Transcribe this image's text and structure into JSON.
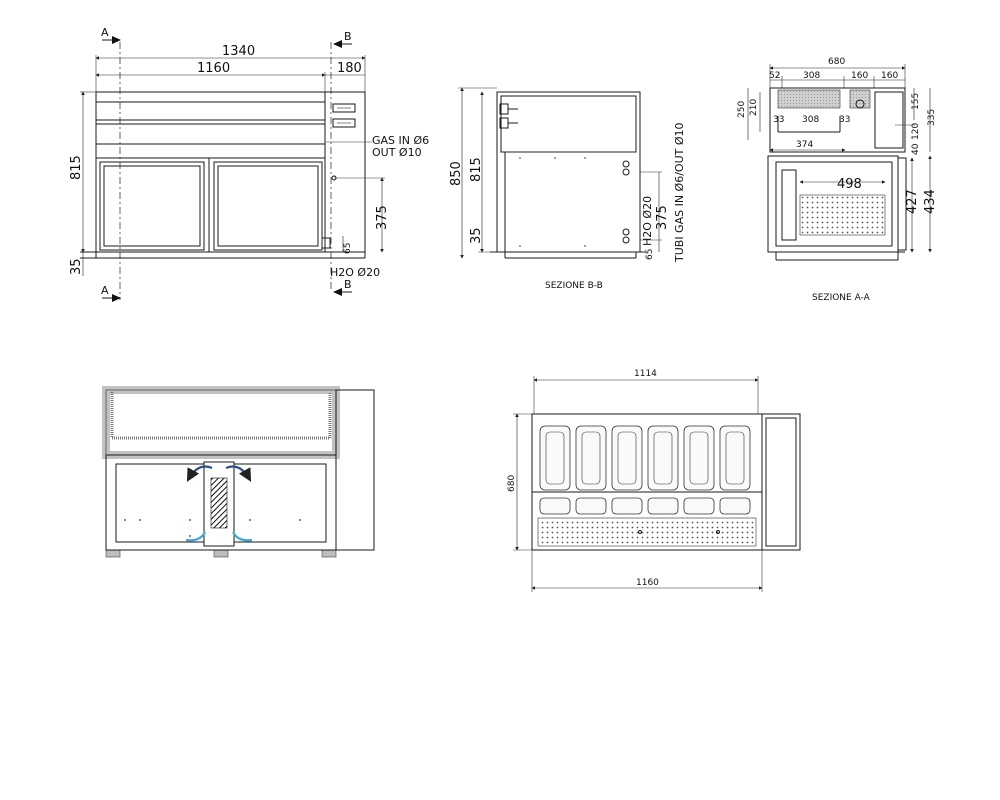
{
  "front_view": {
    "section_a_label": "A",
    "section_b_label": "B",
    "width_total": "1340",
    "width_inner": "1160",
    "width_side": "180",
    "height_total": "815",
    "foot_height": "35",
    "gas_line1": "GAS IN Ø6",
    "gas_line2": "OUT Ø10",
    "dim_375": "375",
    "dim_65": "65",
    "water": "H2O Ø20"
  },
  "section_b": {
    "caption": "SEZIONE B-B",
    "height_850": "850",
    "height_815": "815",
    "height_35": "35",
    "water": "H2O Ø20",
    "dim_375": "375",
    "dim_65": "65",
    "pipes": "TUBI GAS IN Ø6/OUT Ø10"
  },
  "section_a": {
    "caption": "SEZIONE A-A",
    "width_total": "680",
    "top_dims": [
      "52",
      "308",
      "160",
      "160"
    ],
    "pan_width": "308",
    "edge_left": "33",
    "edge_right": "33",
    "dim_374": "374",
    "dim_498": "498",
    "left_250": "250",
    "left_210": "210",
    "right_155": "155",
    "right_335": "335",
    "right_120": "120",
    "right_40": "40",
    "right_427": "427",
    "right_434": "434"
  },
  "top_view": {
    "width_top": "1114",
    "width_bottom": "1160",
    "depth": "680"
  },
  "colors": {
    "airflow_dark": "#2b4f86",
    "airflow_cold": "#3aa7d8",
    "line": "#1a1a1a"
  }
}
